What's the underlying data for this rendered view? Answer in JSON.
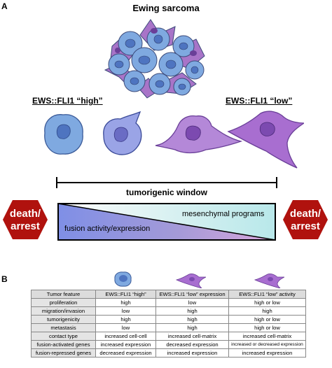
{
  "panel_a": {
    "letter": "A",
    "title": "Ewing sarcoma",
    "label_high": "EWS::FLI1 “high”",
    "label_low": "EWS::FLI1 “low”",
    "window_label": "tumorigenic window",
    "left_hex": [
      "death/",
      "arrest"
    ],
    "right_hex": [
      "death/",
      "arrest"
    ],
    "upper_program": "mesenchymal programs",
    "lower_program": "fusion activity/expression",
    "colors": {
      "hex_red": "#b0120e",
      "blue_cell": "#7fa9e0",
      "purple_cell": "#a874c8",
      "teal": "#bfe9ea",
      "indigo": "#8d8fe0"
    }
  },
  "panel_b": {
    "letter": "B",
    "headers": [
      "Tumor feature",
      "EWS::FLI1 “high”",
      "EWS::FLI1 “low” expression",
      "EWS::FLI1 “low” activity"
    ],
    "rows": [
      [
        "proliferation",
        "high",
        "low",
        "high or low"
      ],
      [
        "migration/invasion",
        "low",
        "high",
        "high"
      ],
      [
        "tumorigenicity",
        "high",
        "high",
        "high or low"
      ],
      [
        "metastasis",
        "low",
        "high",
        "high or low"
      ],
      [
        "contact type",
        "increased cell-cell",
        "increased cell-matrix",
        "increased cell-matrix"
      ],
      [
        "fusion-activated genes",
        "increased expression",
        "decreased expression",
        "increased or decreased expression"
      ],
      [
        "fusion-repressed genes",
        "decreased expression",
        "increased expression",
        "increased expression"
      ]
    ]
  }
}
